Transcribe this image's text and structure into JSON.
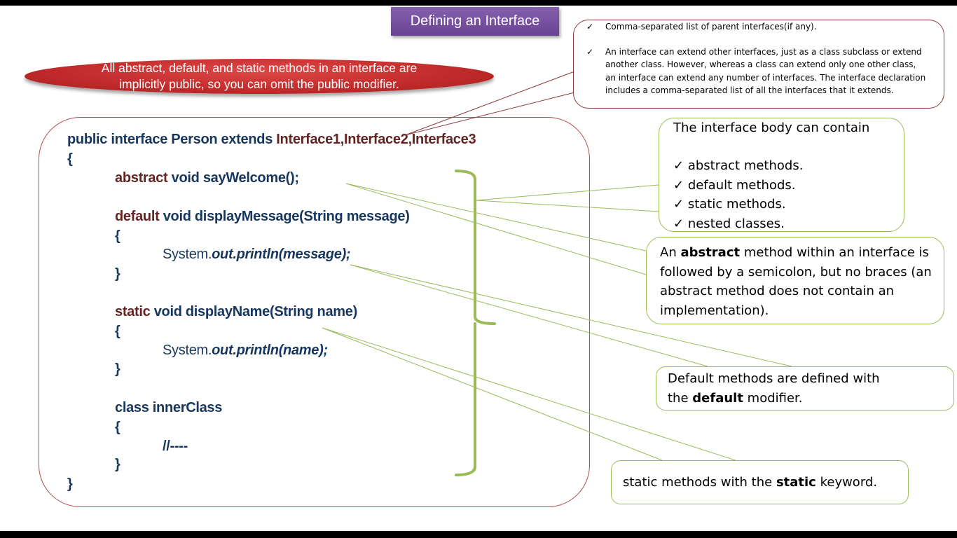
{
  "slide": {
    "title": "Defining an Interface",
    "note_pill": {
      "line1": "All abstract, default, and static methods in an interface are",
      "line2": "implicitly public, so you can omit the public modifier."
    }
  },
  "code": {
    "line1": {
      "decl": "public interface Person extends ",
      "parents": "Interface1,Interface2,Interface3"
    },
    "open_brace": "{",
    "abstract_method": {
      "kw": "abstract",
      "rest": " void sayWelcome();"
    },
    "default_method": {
      "kw": "default",
      "rest": " void displayMessage(String message)"
    },
    "default_open": "{",
    "default_body": {
      "prefix": "System.",
      "call": "out.println(message);"
    },
    "default_close": "}",
    "static_method": {
      "kw": "static",
      "rest": " void displayName(String name)"
    },
    "static_open": "{",
    "static_body": {
      "prefix": "System.",
      "call": "out.println(name);"
    },
    "static_close": "}",
    "inner_class": "class innerClass",
    "inner_open": "{",
    "inner_body": "//----",
    "inner_close": "}",
    "close_brace": "}"
  },
  "callouts": {
    "parents": {
      "check_icon": "check-icon",
      "item1": "Comma-separated list of parent interfaces(if any).",
      "item2": "An interface can extend other interfaces, just as a class subclass or extend another class. However, whereas a class can extend only one other class, an interface can extend any number of interfaces. The interface declaration includes a comma-separated list of all the interfaces that it extends."
    },
    "body": {
      "heading": "The interface body can contain",
      "check_glyph": "✓",
      "items": [
        "abstract methods.",
        "default methods.",
        "static methods.",
        "nested classes."
      ]
    },
    "abstract": {
      "pre": "An ",
      "bold": "abstract",
      "post": " method within an interface is followed by a semicolon, but no braces (an abstract method does not contain an implementation)."
    },
    "default": {
      "line1": "Default methods are defined with",
      "pre": "the ",
      "bold": "default",
      "post": " modifier."
    },
    "static": {
      "pre": "static methods with the ",
      "bold": "static",
      "post": " keyword."
    }
  },
  "colors": {
    "title_bg": "#7451a0",
    "pill_red": "#c12a2a",
    "code_navy": "#17365d",
    "keyword_maroon": "#632423",
    "callout_green": "#9bbb59",
    "callout_maroon": "#8b3a3a"
  }
}
